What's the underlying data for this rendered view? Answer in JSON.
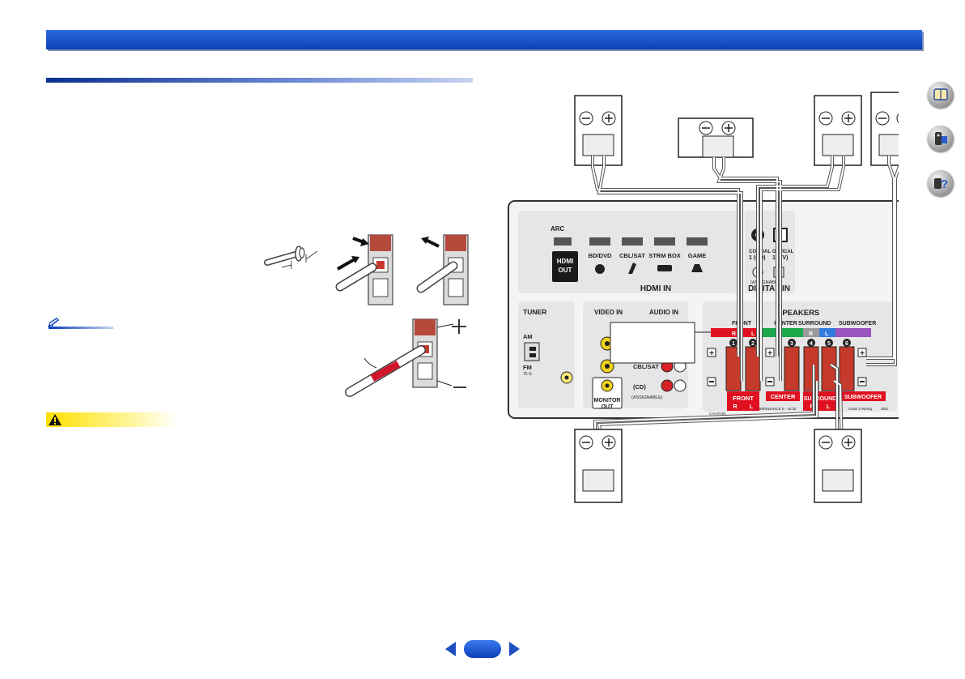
{
  "panel": {
    "hdmi": {
      "arc": "ARC",
      "out_line1": "HDMI",
      "out_line2": "OUT",
      "inputs": [
        "BD/DVD",
        "CBL/SAT",
        "STRM BOX",
        "GAME"
      ],
      "in_label": "HDMI IN"
    },
    "digital": {
      "coaxial": "COAXIAL",
      "coaxial_sub": "1 (CD)",
      "optical": "OPTICAL",
      "optical_sub": "1 (TV)",
      "assignable": "(ASSIGNABLE)",
      "in_label": "DIGITAL IN"
    },
    "tuner": {
      "label": "TUNER",
      "am": "AM",
      "fm": "FM",
      "fm_sub": "75 Ω"
    },
    "video_in": "VIDEO IN",
    "audio_in": "AUDIO IN",
    "cbl_sat": "CBL/SAT",
    "cd": "(CD)",
    "assignable_small": "(ASSIGNABLE)",
    "monitor_out_line1": "MONITOR",
    "monitor_out_line2": "OUT",
    "speakers": {
      "title": "SPEAKERS",
      "front": "FRONT",
      "center": "CENTER",
      "surround": "SURROUND",
      "subwoofer": "SUBWOOFER",
      "r": "R",
      "l": "L",
      "numbers": [
        "1",
        "2",
        "3",
        "4",
        "5",
        "6"
      ],
      "caution": "CAUTION",
      "impedance": "IMPEDANCE  6 - 16 Ω/",
      "class2": "Class 2 Wiring",
      "see": "SEE"
    }
  },
  "colors": {
    "header": "#0a3fb8",
    "front": "#e01020",
    "center": "#1aa84a",
    "surround_r": "#9a9a9a",
    "surround_l": "#2f7be0",
    "subwoofer": "#9a55c0",
    "caution": "#ffe000"
  },
  "icons": [
    "manual-book-icon",
    "remote-control-icon",
    "question-icon"
  ]
}
